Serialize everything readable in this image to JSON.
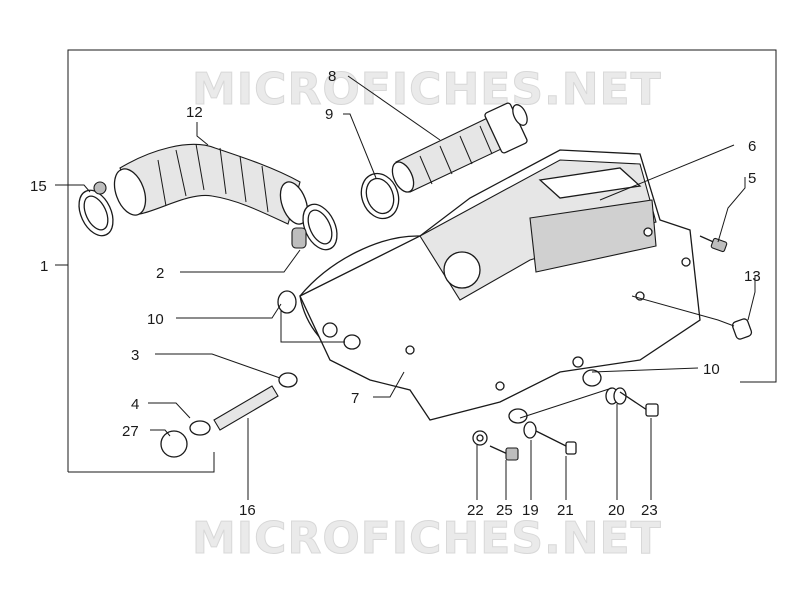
{
  "watermark": {
    "text": "MICROFICHES.NET"
  },
  "callouts": [
    "1",
    "2",
    "3",
    "4",
    "5",
    "6",
    "7",
    "8",
    "9",
    "10",
    "10",
    "12",
    "13",
    "15",
    "16",
    "19",
    "20",
    "21",
    "22",
    "23",
    "25",
    "27"
  ]
}
